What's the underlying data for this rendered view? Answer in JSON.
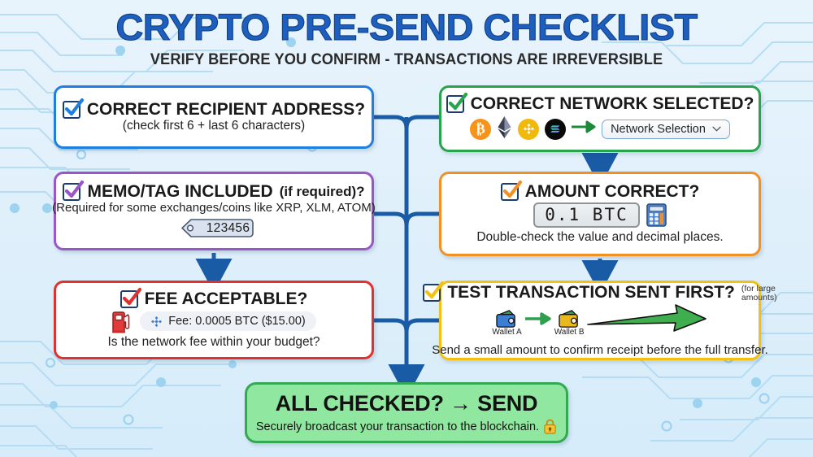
{
  "header": {
    "title": "CRYPTO PRE-SEND CHECKLIST",
    "subtitle": "VERIFY BEFORE YOU CONFIRM - TRANSACTIONS ARE IRREVERSIBLE"
  },
  "colors": {
    "background": "#e3f1fb",
    "title_blue": "#1d5fbf",
    "wire_blue": "#1a5ba6",
    "card_recipient": "#1f7fe0",
    "card_network": "#28a54c",
    "card_memo": "#9a56c9",
    "card_amount": "#f29123",
    "card_fee": "#e03131",
    "card_test": "#f4c112",
    "banner_fill": "#90e8a0",
    "banner_border": "#35a853"
  },
  "cards": {
    "recipient": {
      "title": "CORRECT RECIPIENT ADDRESS?",
      "subtitle": "(check first 6 + last 6 characters)",
      "check_color": "#1f7fe0"
    },
    "network": {
      "title": "CORRECT NETWORK SELECTED?",
      "check_color": "#28a54c",
      "coins": [
        {
          "name": "bitcoin-icon",
          "symbol": "₿",
          "color": "#f7931a"
        },
        {
          "name": "ethereum-icon",
          "symbol": "",
          "color": "#454a75"
        },
        {
          "name": "bnb-icon",
          "symbol": "",
          "color": "#f0b90b"
        },
        {
          "name": "solana-icon",
          "symbol": "",
          "color": "#0a0a0a"
        }
      ],
      "dropdown_label": "Network Selection",
      "dropdown_icon": "chevron-down-icon"
    },
    "memo": {
      "title": "MEMO/TAG INCLUDED",
      "title_note": "(if required)?",
      "subtitle": "(Required for some exchanges/coins like XRP, XLM, ATOM)",
      "tag_value": "123456",
      "check_color": "#9a56c9"
    },
    "amount": {
      "title": "AMOUNT CORRECT?",
      "display_value": "0.1 BTC",
      "subtitle": "Double-check the value and decimal places.",
      "check_color": "#f29123",
      "calculator_icon": "calculator-icon"
    },
    "fee": {
      "title": "FEE ACCEPTABLE?",
      "fee_pill": "Fee: 0.0005 BTC ($15.00)",
      "subtitle": "Is the network fee within your budget?",
      "check_color": "#e03131",
      "gas_icon": "gas-pump-icon"
    },
    "test": {
      "title": "TEST TRANSACTION SENT FIRST?",
      "superscript_line1": "(for large",
      "superscript_line2": "amounts)",
      "wallet_a_label": "Wallet A",
      "wallet_b_label": "Wallet B",
      "subtitle": "Send a small amount to confirm receipt before the full transfer.",
      "check_color": "#f4c112"
    }
  },
  "banner": {
    "headline": "ALL CHECKED? → SEND",
    "subtitle": "Securely broadcast your transaction to the blockchain.",
    "lock_icon": "lock-icon"
  }
}
